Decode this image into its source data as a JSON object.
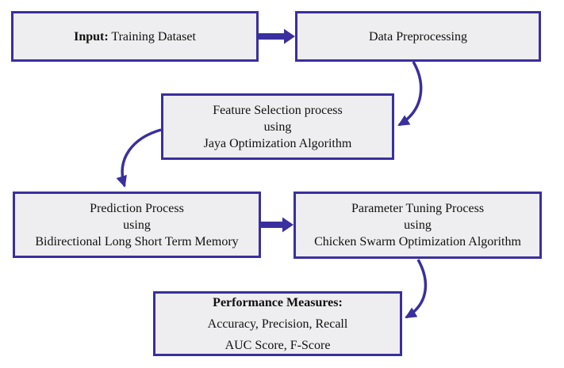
{
  "colors": {
    "accent": "#3a2f9e",
    "box_border": "#3a2f9e",
    "box_fill": "#eeedef",
    "text": "#111111",
    "background": "#ffffff"
  },
  "nodes": {
    "input": {
      "bold_label": "Input:",
      "label": " Training Dataset"
    },
    "data_preprocessing": {
      "label": "Data Preprocessing"
    },
    "feature_selection": {
      "lines": [
        "Feature Selection process",
        "using",
        "Jaya Optimization Algorithm"
      ]
    },
    "prediction": {
      "lines": [
        "Prediction Process",
        "using",
        "Bidirectional Long Short Term Memory"
      ]
    },
    "parameter_tuning": {
      "lines": [
        "Parameter Tuning Process",
        "using",
        "Chicken Swarm Optimization Algorithm"
      ]
    },
    "performance": {
      "bold_label": "Performance Measures:",
      "lines": [
        "Accuracy, Precision, Recall",
        "AUC Score, F-Score"
      ]
    }
  },
  "edges": [
    {
      "from": "input",
      "to": "data_preprocessing",
      "style": "thick-straight"
    },
    {
      "from": "data_preprocessing",
      "to": "feature_selection",
      "style": "curved"
    },
    {
      "from": "feature_selection",
      "to": "prediction",
      "style": "curved"
    },
    {
      "from": "prediction",
      "to": "parameter_tuning",
      "style": "thick-straight"
    },
    {
      "from": "parameter_tuning",
      "to": "performance",
      "style": "curved"
    }
  ]
}
